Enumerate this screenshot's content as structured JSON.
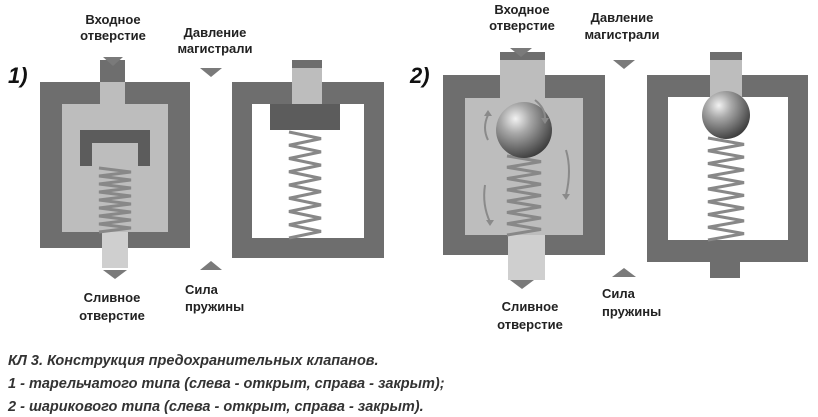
{
  "diagram": {
    "panel_1": {
      "number": "1)",
      "inlet_label": [
        "Входное",
        "отверстие"
      ],
      "line_pressure_label": [
        "Давление",
        "магистрали"
      ],
      "drain_label": [
        "Сливное",
        "отверстие"
      ],
      "spring_force_label": [
        "Сила",
        "пружины"
      ]
    },
    "panel_2": {
      "number": "2)",
      "inlet_label": [
        "Входное",
        "отверстие"
      ],
      "line_pressure_label": [
        "Давление",
        "магистрали"
      ],
      "drain_label": [
        "Сливное",
        "отверстие"
      ],
      "spring_force_label": [
        "Сила",
        "пружины"
      ]
    },
    "caption": {
      "line1": "КЛ 3. Конструкция предохранительных клапанов.",
      "line2": "1 - тарельчатого типа (слева - открыт, справа - закрыт);",
      "line3": "2 - шарикового типа (слева - открыт, справа - закрыт)."
    },
    "colors": {
      "housing": "#6e6e6e",
      "fluid": "#bdbdbd",
      "arrow": "#7a7a7a",
      "spring": "#888888"
    }
  }
}
